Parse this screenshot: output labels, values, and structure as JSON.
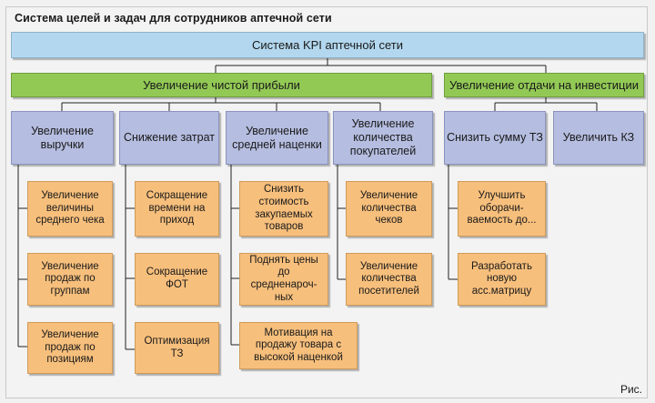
{
  "title": "Система целей и задач для сотрудников аптечной сети",
  "root": "Система KPI аптечной сети",
  "level1": {
    "profit": "Увеличение чистой прибыли",
    "roi": "Увеличение отдачи на инвестиции"
  },
  "level2": {
    "revenue": "Увеличение выручки",
    "costs": "Снижение затрат",
    "markup": "Увеличение средней наценки",
    "buyers": "Увеличение количества покупателей",
    "reduce_tz": "Снизить сумму ТЗ",
    "increase_kz": "Увеличить КЗ"
  },
  "leaves": {
    "revenue": [
      "Увеличение величины среднего чека",
      "Увеличение продаж по группам",
      "Увеличение продаж по позициям"
    ],
    "costs": [
      "Сокращение времени на приход",
      "Сокращение ФОТ",
      "Оптимизация ТЗ"
    ],
    "markup": [
      "Снизить стоимость закупаемых товаров",
      "Поднять цены до средненароч-ных",
      "Мотивация на продажу товара с высокой наценкой"
    ],
    "buyers": [
      "Увеличение количества чеков",
      "Увеличение количества посетителей"
    ],
    "reduce_tz": [
      "Улучшить оборачи-ваемость до...",
      "Разработать новую асс.матрицу"
    ]
  },
  "caption": "Рис."
}
